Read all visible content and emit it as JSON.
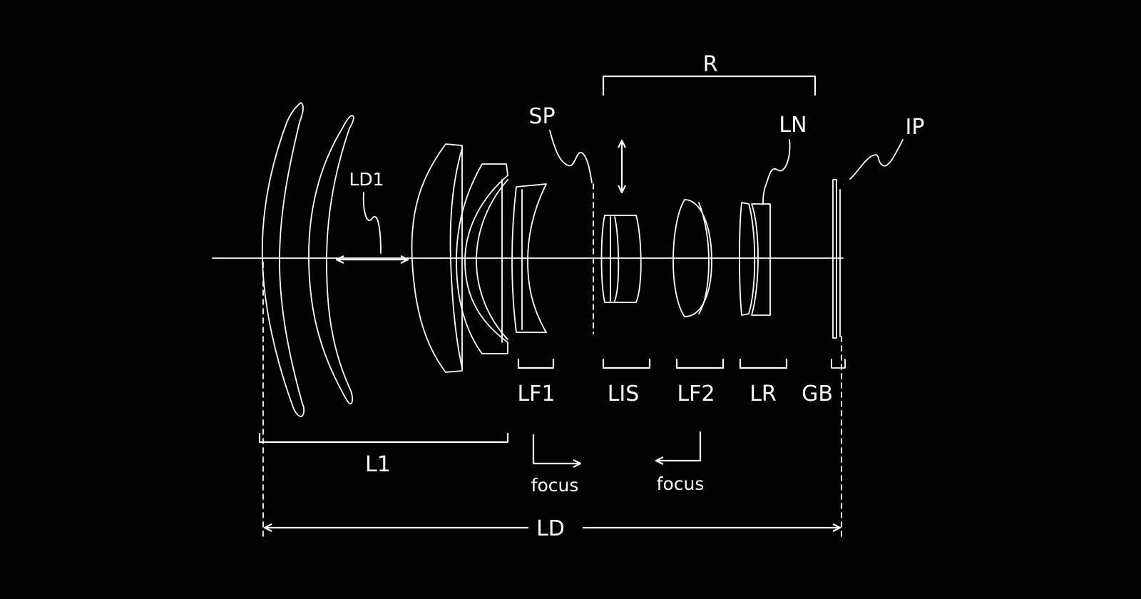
{
  "labels": {
    "R": "R",
    "SP": "SP",
    "LN": "LN",
    "IP": "IP",
    "LD1": "LD1",
    "LF1": "LF1",
    "LIS": "LIS",
    "LF2": "LF2",
    "LR": "LR",
    "GB": "GB",
    "L1": "L1",
    "focus_left": "focus",
    "focus_right": "focus",
    "LD": "LD"
  },
  "colors": {
    "background": "#000000",
    "line": "#ffffff"
  }
}
